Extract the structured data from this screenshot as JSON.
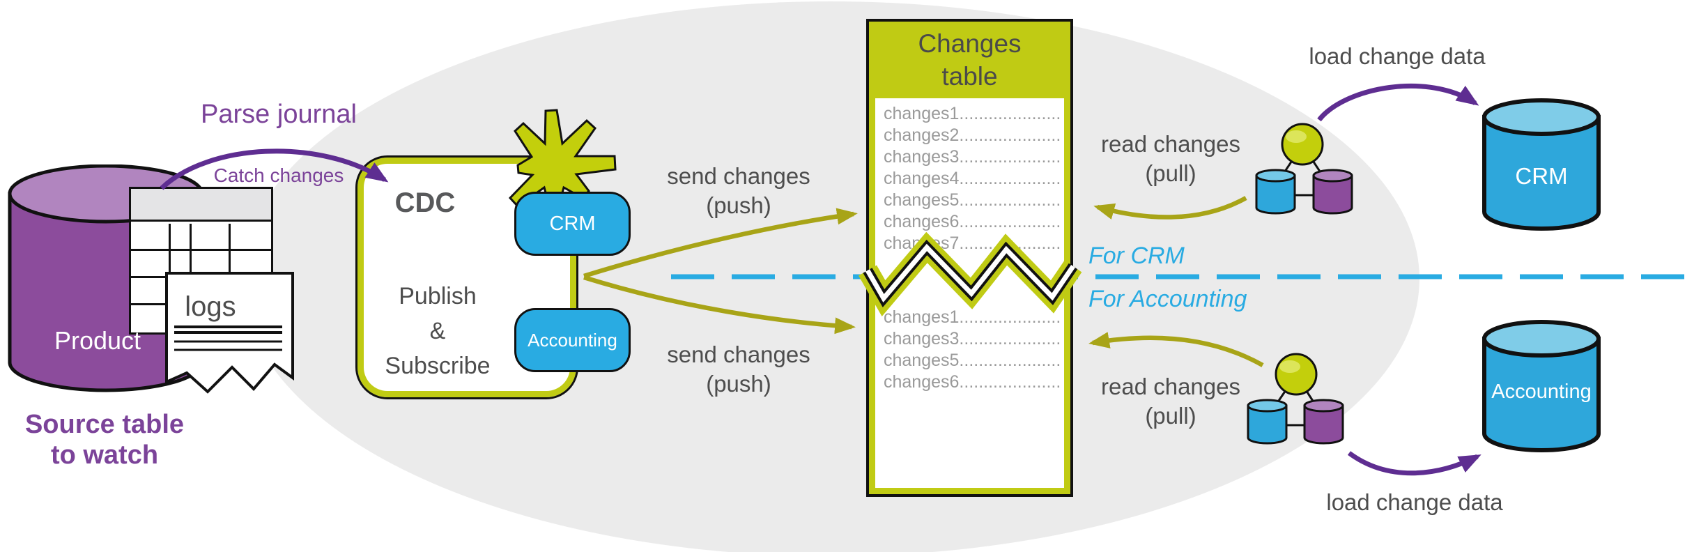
{
  "colors": {
    "purple": "#8C4C9C",
    "purple_light": "#B185BF",
    "purple_text": "#7B4399",
    "purple_arrow": "#5E2D91",
    "cyan": "#29ABE2",
    "cyan_light": "#7FCCE8",
    "yellow_green": "#C0CB14",
    "olive_arrow": "#A8A417",
    "gray_text": "#4D4D4D",
    "row_text": "#9A9A9A",
    "ellipse_bg": "#EBEBEB"
  },
  "source": {
    "cylinder_label": "Product",
    "caption_line1": "Source table",
    "caption_line2": "to watch",
    "logs_label": "logs",
    "parse_journal_label": "Parse journal",
    "catch_changes_label": "Catch changes"
  },
  "cdc": {
    "title": "CDC",
    "pubsub_line1": "Publish",
    "pubsub_line2": "&",
    "pubsub_line3": "Subscribe",
    "crm_chip_label": "CRM",
    "accounting_chip_label": "Accounting"
  },
  "push": {
    "upper_line1": "send changes",
    "upper_line2": "(push)",
    "lower_line1": "send changes",
    "lower_line2": "(push)"
  },
  "changes_table": {
    "title_line1": "Changes",
    "title_line2": "table",
    "upper_rows": [
      "changes1......................",
      "changes2......................",
      "changes3......................",
      "changes4......................",
      "changes5......................",
      "changes6......................",
      "changes7......................"
    ],
    "lower_rows": [
      "changes1......................",
      "changes3......................",
      "changes5......................",
      "changes6......................"
    ]
  },
  "lanes": {
    "for_crm": "For CRM",
    "for_accounting": "For Accounting"
  },
  "pull": {
    "upper_line1": "read changes",
    "upper_line2": "(pull)",
    "lower_line1": "read changes",
    "lower_line2": "(pull)"
  },
  "load": {
    "upper": "load change data",
    "lower": "load change data"
  },
  "targets": {
    "crm_label": "CRM",
    "accounting_label": "Accounting"
  }
}
